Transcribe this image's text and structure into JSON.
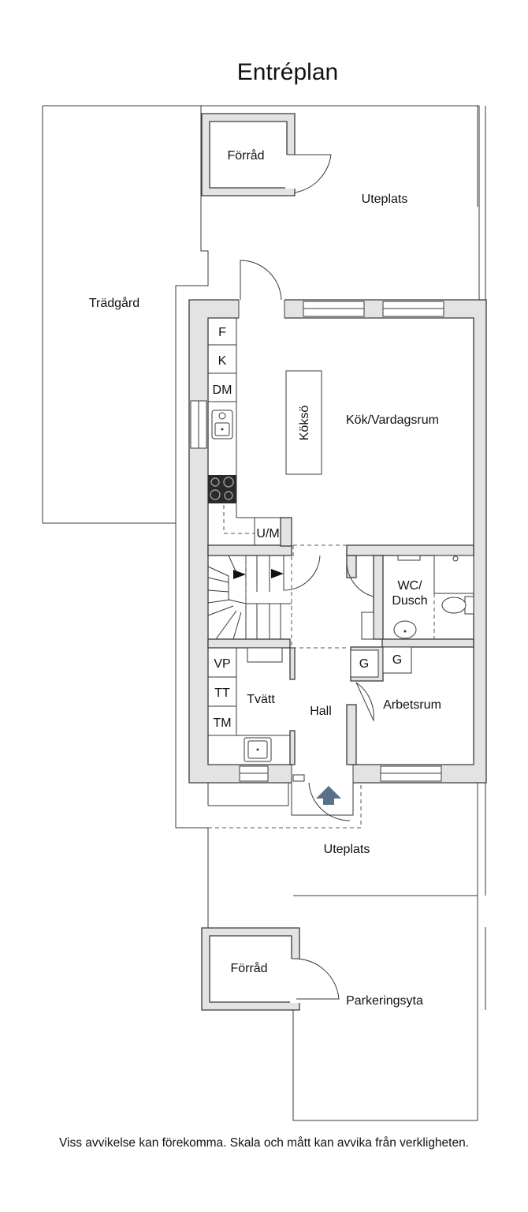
{
  "title": "Entréplan",
  "rooms": {
    "forrad_top": "Förråd",
    "uteplats_top": "Uteplats",
    "tradgard": "Trädgård",
    "kok": "Kök/Vardagsrum",
    "kokso": "Köksö",
    "wc": "WC/",
    "dusch": "Dusch",
    "tvatt": "Tvätt",
    "hall": "Hall",
    "arbetsrum": "Arbetsrum",
    "uteplats_bottom": "Uteplats",
    "forrad_bottom": "Förråd",
    "parkering": "Parkeringsyta"
  },
  "fixtures": {
    "f": "F",
    "k": "K",
    "dm": "DM",
    "um": "U/M",
    "vp": "VP",
    "tt": "TT",
    "tm": "TM",
    "g_hall": "G",
    "g_arbetsrum": "G"
  },
  "disclaimer": "Viss avvikelse kan förekomma. Skala och mått kan avvika från verkligheten."
}
